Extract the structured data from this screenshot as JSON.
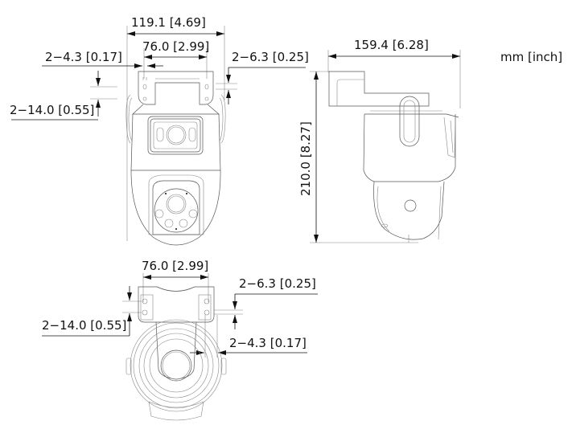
{
  "units_label": "mm [inch]",
  "front_view": {
    "width_overall": "119.1 [4.69]",
    "bracket_hole_spacing": "76.0 [2.99]",
    "hole_diameter_small": "2−4.3 [0.17]",
    "hole_slot_width": "2−6.3 [0.25]",
    "hole_slot_spacing": "2−14.0 [0.55]"
  },
  "side_view": {
    "depth_overall": "159.4 [6.28]",
    "height_overall": "210.0 [8.27]"
  },
  "top_view": {
    "bracket_hole_spacing": "76.0 [2.99]",
    "hole_slot_width": "2−6.3 [0.25]",
    "hole_slot_spacing": "2−14.0 [0.55]",
    "hole_diameter_small": "2−4.3 [0.17]"
  }
}
